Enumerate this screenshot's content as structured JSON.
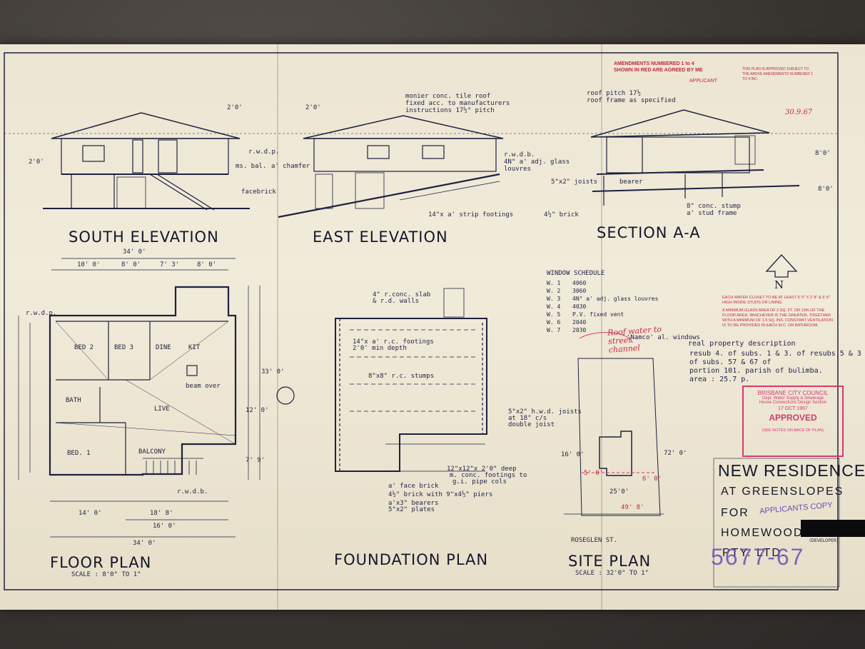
{
  "drawings": {
    "south_elevation": {
      "title": "SOUTH ELEVATION",
      "notes": [
        "r.w.d.p.",
        "ms. bal.",
        "a' chamfer",
        "facebrick"
      ],
      "dims": [
        "2'0'",
        "2'0'"
      ]
    },
    "east_elevation": {
      "title": "EAST ELEVATION",
      "notes": [
        "monier conc. tile roof",
        "fixed acc. to manufacturers",
        "instructions 17½° pitch",
        "r.w.d.b.",
        "4N° a' adj. glass",
        "louvres",
        "14\"x a' strip footings",
        "4½\" brick"
      ],
      "dims": [
        "2'0'"
      ]
    },
    "section": {
      "title": "SECTION A-A",
      "notes": [
        "roof pitch 17½",
        "roof frame as specified",
        "5\"x2\" joists",
        "bearer",
        "8\" conc. stump",
        "a' stud frame"
      ],
      "dims": [
        "8'0'",
        "8'0'"
      ]
    },
    "floor_plan": {
      "title": "FLOOR PLAN",
      "scale": "SCALE : 8'0\" TO 1\"",
      "rooms": [
        "BED 2",
        "BED 3",
        "DINE",
        "KIT",
        "BATH",
        "LIVE",
        "BED. 1",
        "BALCONY"
      ],
      "notes": [
        "r.w.d.p.",
        "beam over",
        "r.w.d.b."
      ],
      "dims": [
        "34' 0'",
        "10' 0'",
        "8' 0'",
        "7' 3'",
        "8' 0'",
        "14' 0'",
        "18' 8'",
        "16' 0'",
        "34' 0'",
        "33' 0'",
        "12' 0'",
        "7' 9'"
      ]
    },
    "foundation_plan": {
      "title": "FOUNDATION PLAN",
      "notes": [
        "4\" r.conc. slab",
        "& r.d. walls",
        "14\"x a' r.c. footings",
        "2'0' min depth",
        "8\"x8\" r.c. stumps",
        "5\"x2\" h.w.d. joists",
        "at 18\" c/s",
        "double joist",
        "12\"x12\"x 2'0\" deep",
        "m. conc. footings to",
        "g.i. pipe cols",
        "a' face brick",
        "4½\" brick with 9\"x4½\" piers",
        "a'x3\" bearers",
        "5\"x2\" plates"
      ]
    },
    "site_plan": {
      "title": "SITE PLAN",
      "scale": "SCALE : 32'0\" TO 1\"",
      "street": "ROSEGLEN ST.",
      "dims": [
        "16' 0'",
        "25'0'",
        "72' 0'",
        "5' 0' ",
        "6' 0'",
        "49' 8'"
      ]
    }
  },
  "window_schedule": {
    "heading": "WINDOW SCHEDULE",
    "rows": [
      {
        "id": "W. 1",
        "code": "4060"
      },
      {
        "id": "W. 2",
        "code": "3060"
      },
      {
        "id": "W. 3",
        "code": "4N° a' adj. glass louvres"
      },
      {
        "id": "W. 4",
        "code": "4030"
      },
      {
        "id": "W. 5",
        "code": "P.V. fixed vent"
      },
      {
        "id": "W. 6",
        "code": "2040"
      },
      {
        "id": "W. 7",
        "code": "2030"
      }
    ],
    "footnote": "'Namco' al. windows"
  },
  "property": {
    "heading": "real property description",
    "lines": [
      "resub 4. of subs. 1 & 3. of resubs 5 & 3",
      "of subs. 57 & 67 of",
      "portion 101. parish of bulimba.",
      "area : 25.7 p."
    ]
  },
  "north": "N",
  "title_block": {
    "line1": "NEW RESIDENCE",
    "line2": "AT GREENSLOPES",
    "line3": "FOR",
    "line4": "HOMEWOOD",
    "line5": "PTY. LTD."
  },
  "stamps": {
    "amend": {
      "line1": "AMENDMENTS NUMBERED 1 to 4",
      "line2": "SHOWN IN RED ARE AGREED BY ME",
      "applicant": "APPLICANT"
    },
    "approved_top": {
      "line1": "THIS PLAN IS APPROVED SUBJECT TO",
      "line2": "THE ABOVE AMENDMENTS NUMBERED 1",
      "line3": "TO 4 INC.",
      "date": "30.9.67"
    },
    "council": {
      "line1": "BRISBANE CITY COUNCIL",
      "line2": "Dept. Water Supply & Sewerage",
      "line3": "House Connections Design Section",
      "date": "17 OCT 1967",
      "status": "APPROVED",
      "note": "(SEE NOTES ON BACK OF PLAN)"
    },
    "applicants_copy": "APPLICANTS COPY",
    "developer": "(DEVELOPER)",
    "number": "5677-67"
  },
  "red_notes": {
    "n1": "EACH WATER CLOSET TO BE AT LEAST 5' 0\" X 2' 8\" & 6' 6\" HIGH INSIDE STUDS OR LINING.",
    "n2": "A MINIMUM GLASS AREA OF 2 SQ. FT. OR 10% OF THE FLOOR AREA, WHICHEVER IS THE GREATER, TOGETHER WITH A MINIMUM OF 1.5 SQ. INS. CONSTANT VENTILATION IS TO BE PROVIDED IN EACH W.C. OR BATHROOM.",
    "n3": "Roof water to street channel"
  },
  "colors": {
    "paper": "#efe8d6",
    "ink": "#1b1f3a",
    "stamp_pink": "#d33b6e",
    "stamp_purple": "#6b4fb5"
  }
}
